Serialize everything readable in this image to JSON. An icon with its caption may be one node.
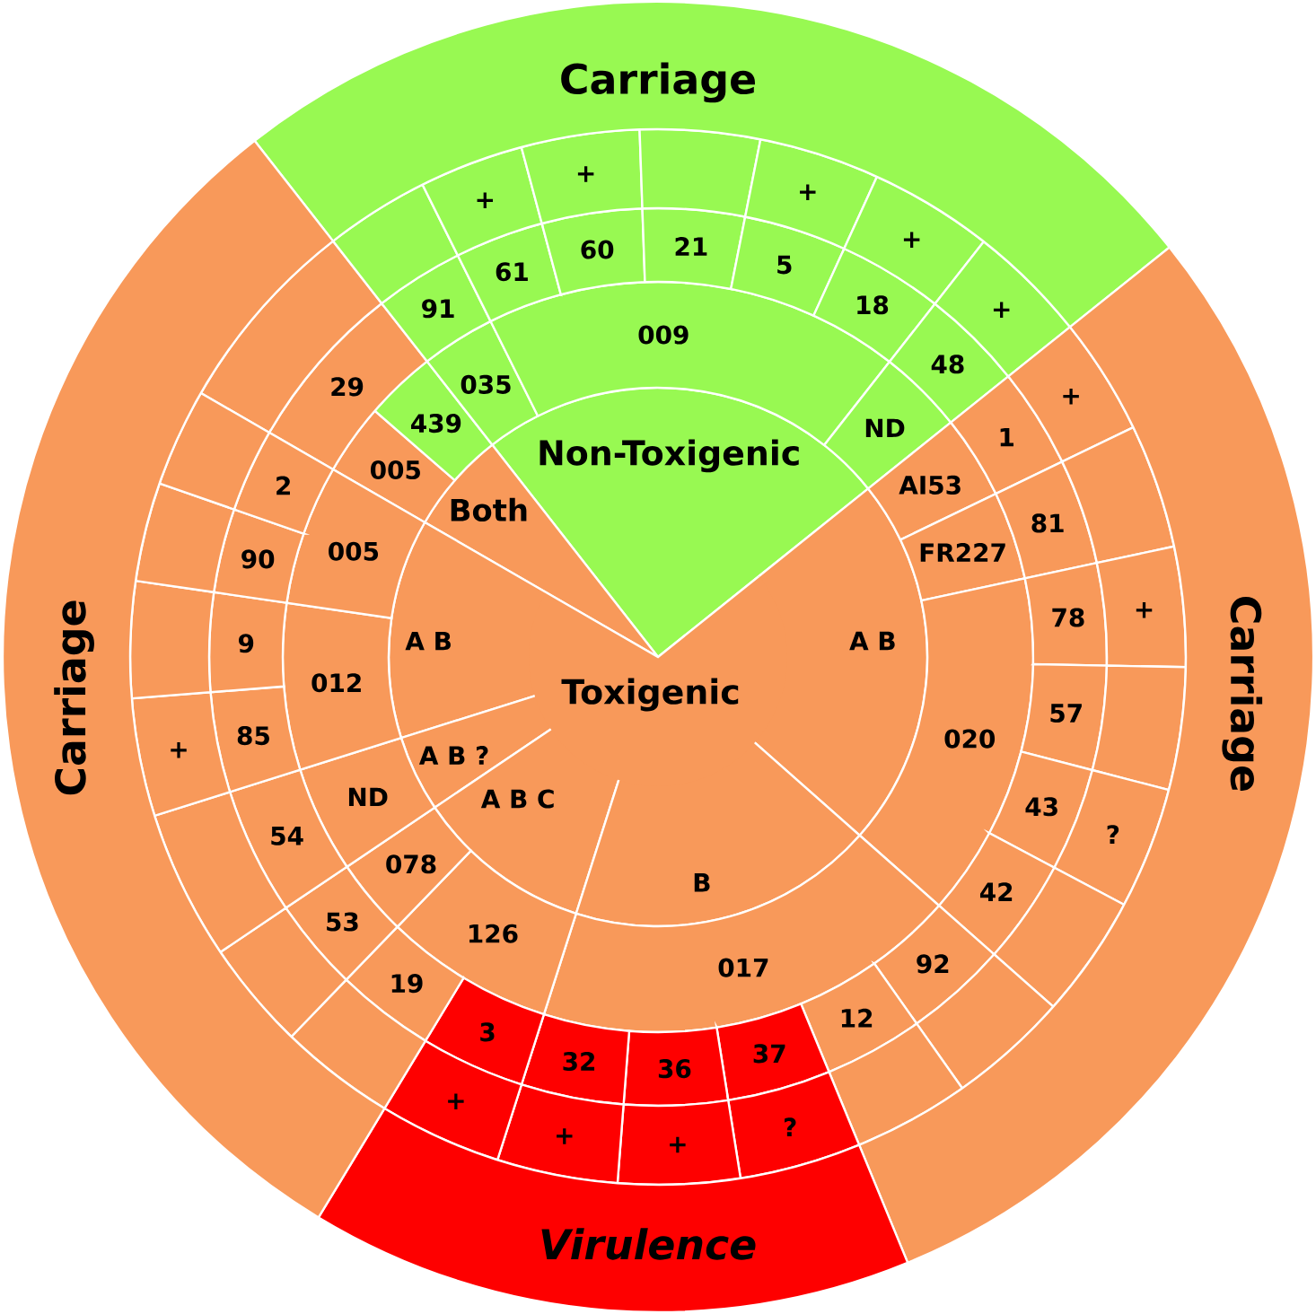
{
  "diagram": {
    "nodes": [
      {
        "text": [
          "Non-Toxigenic"
        ]
      },
      {
        "text": [
          "Both"
        ]
      },
      {
        "text": [
          "Toxigenic"
        ]
      },
      {
        "text": [
          "A B"
        ]
      },
      {
        "text": [
          "A B"
        ]
      },
      {
        "text": [
          "A B ?"
        ]
      },
      {
        "text": [
          "A B C"
        ]
      },
      {
        "text": [
          "B"
        ]
      },
      {
        "text": [
          "005"
        ]
      },
      {
        "text": [
          "439"
        ]
      },
      {
        "text": [
          "035"
        ]
      },
      {
        "text": [
          "009"
        ]
      },
      {
        "text": [
          "ND"
        ]
      },
      {
        "text": [
          "AI53"
        ]
      },
      {
        "text": [
          "FR227"
        ]
      },
      {
        "text": [
          "020"
        ]
      },
      {
        "text": [
          "017"
        ]
      },
      {
        "text": [
          "126"
        ]
      },
      {
        "text": [
          "078"
        ]
      },
      {
        "text": [
          "ND"
        ]
      },
      {
        "text": [
          "012"
        ]
      },
      {
        "text": [
          "005"
        ]
      },
      {
        "text": [
          "29"
        ]
      },
      {
        "text": [
          "91"
        ]
      },
      {
        "text": [
          "61"
        ]
      },
      {
        "text": [
          "60"
        ]
      },
      {
        "text": [
          "21"
        ]
      },
      {
        "text": [
          "5"
        ]
      },
      {
        "text": [
          "18"
        ]
      },
      {
        "text": [
          "48"
        ]
      },
      {
        "text": [
          "1"
        ]
      },
      {
        "text": [
          "81"
        ]
      },
      {
        "text": [
          "78"
        ]
      },
      {
        "text": [
          "57"
        ]
      },
      {
        "text": [
          "43"
        ]
      },
      {
        "text": [
          "42"
        ]
      },
      {
        "text": [
          "92"
        ]
      },
      {
        "text": [
          "12"
        ]
      },
      {
        "text": [
          "37"
        ]
      },
      {
        "text": [
          "36"
        ]
      },
      {
        "text": [
          "32"
        ]
      },
      {
        "text": [
          "3"
        ]
      },
      {
        "text": [
          "19"
        ]
      },
      {
        "text": [
          "53"
        ]
      },
      {
        "text": [
          "54"
        ]
      },
      {
        "text": [
          "85"
        ]
      },
      {
        "text": [
          "9"
        ]
      },
      {
        "text": [
          "90"
        ]
      },
      {
        "text": [
          "2"
        ]
      },
      {
        "text": [],
        "shape": "box"
      },
      {
        "text": [],
        "shape": "box"
      },
      {
        "text": [
          "+"
        ]
      },
      {
        "text": [
          "+"
        ]
      },
      {
        "text": [],
        "shape": "box"
      },
      {
        "text": [
          "+"
        ]
      },
      {
        "text": [
          "+"
        ]
      },
      {
        "text": [
          "+"
        ]
      },
      {
        "text": [
          "+"
        ]
      },
      {
        "text": [],
        "shape": "box"
      },
      {
        "text": [
          "+"
        ]
      },
      {
        "text": [],
        "shape": "box"
      },
      {
        "text": [
          "?"
        ]
      },
      {
        "text": [],
        "shape": "box"
      },
      {
        "text": [],
        "shape": "box"
      },
      {
        "text": [],
        "shape": "box"
      },
      {
        "text": [
          "?"
        ]
      },
      {
        "text": [
          "+"
        ]
      },
      {
        "text": [
          "+"
        ]
      },
      {
        "text": [
          "+"
        ]
      },
      {
        "text": [],
        "shape": "box"
      },
      {
        "text": [],
        "shape": "box"
      },
      {
        "text": [],
        "shape": "box"
      },
      {
        "text": [
          "+"
        ]
      },
      {
        "text": [],
        "shape": "box"
      },
      {
        "text": [],
        "shape": "box"
      },
      {
        "text": [],
        "shape": "box"
      },
      {
        "text": [
          "Carriage"
        ]
      },
      {
        "text": [
          "Carriage"
        ]
      },
      {
        "text": [
          "Virulence"
        ]
      },
      {
        "text": [
          "Carriage"
        ]
      }
    ]
  }
}
